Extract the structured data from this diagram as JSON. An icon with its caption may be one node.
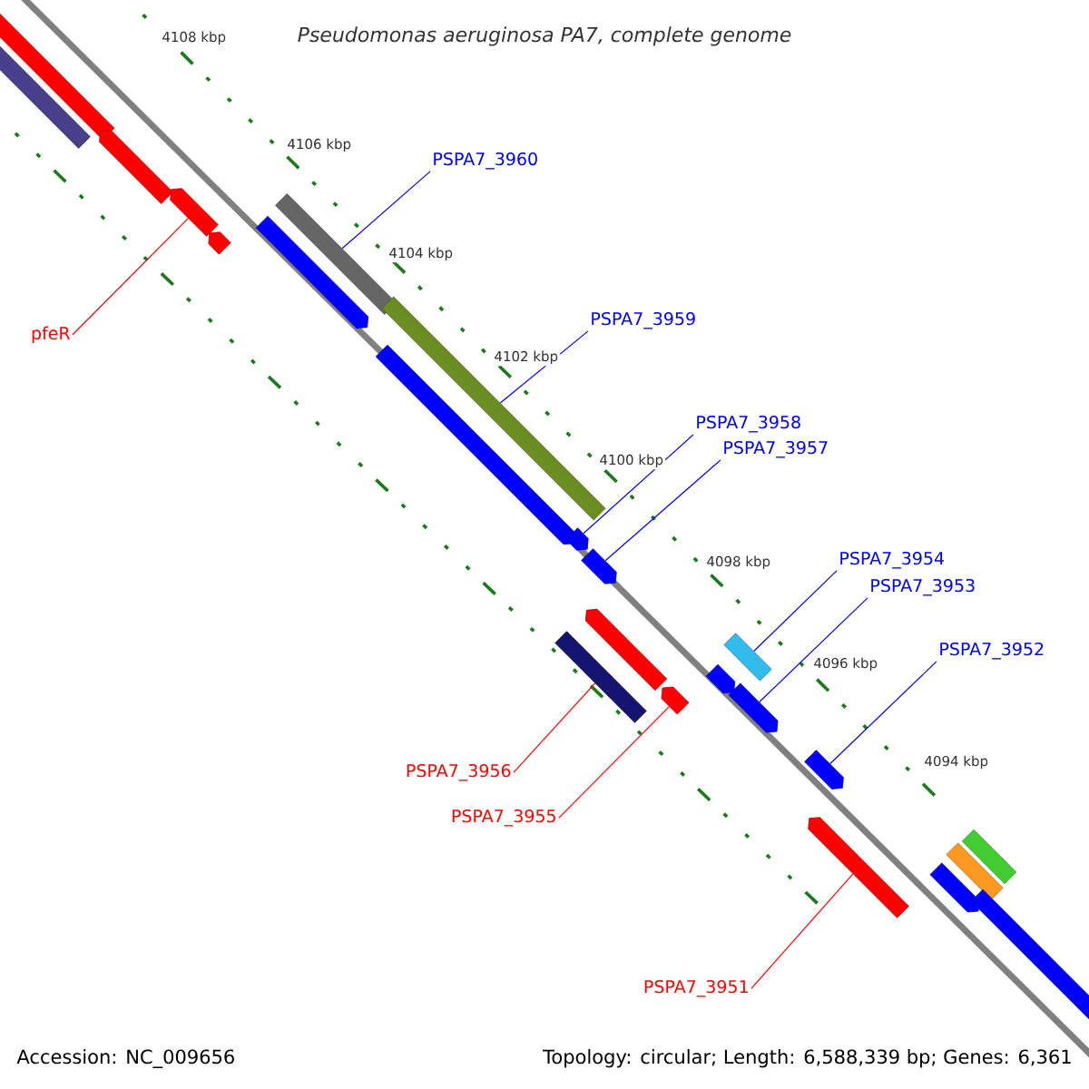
{
  "diagram": {
    "title": "Pseudomonas aeruginosa PA7, complete genome",
    "nodes": [
      {
        "text": [
          "PSPA7_3960"
        ]
      },
      {
        "text": [
          "pfeR"
        ]
      },
      {
        "text": [
          "PSPA7_3959"
        ]
      },
      {
        "text": [
          "PSPA7_3958"
        ]
      },
      {
        "text": [
          "PSPA7_3957"
        ]
      },
      {
        "text": [
          "PSPA7_3954"
        ]
      },
      {
        "text": [
          "PSPA7_3953"
        ]
      },
      {
        "text": [
          "PSPA7_3952"
        ]
      },
      {
        "text": [
          "PSPA7_3956"
        ]
      },
      {
        "text": [
          "PSPA7_3955"
        ]
      },
      {
        "text": [
          "PSPA7_3951"
        ]
      },
      {
        "text": [],
        "shape": "bar"
      },
      {
        "text": [],
        "shape": "bar"
      },
      {
        "text": [],
        "shape": "arrow"
      },
      {
        "text": [],
        "shape": "arrow"
      },
      {
        "text": [],
        "shape": "arrow"
      },
      {
        "text": [],
        "shape": "bar"
      },
      {
        "text": [],
        "shape": "arrow"
      },
      {
        "text": [],
        "shape": "bar"
      },
      {
        "text": [],
        "shape": "arrow"
      },
      {
        "text": [],
        "shape": "arrow"
      },
      {
        "text": [],
        "shape": "arrow"
      },
      {
        "text": [],
        "shape": "bar"
      },
      {
        "text": [],
        "shape": "arrow"
      },
      {
        "text": [],
        "shape": "arrow"
      },
      {
        "text": [],
        "shape": "arrow"
      },
      {
        "text": [],
        "shape": "bar"
      },
      {
        "text": [],
        "shape": "arrow"
      },
      {
        "text": [],
        "shape": "arrow"
      },
      {
        "text": [],
        "shape": "arrow"
      },
      {
        "text": [],
        "shape": "arrow"
      },
      {
        "text": [],
        "shape": "bar"
      },
      {
        "text": [],
        "shape": "bar"
      },
      {
        "text": [],
        "shape": "arrow"
      }
    ],
    "edges": [
      {
        "from": 0,
        "to": 16,
        "arrow": "none"
      },
      {
        "from": 1,
        "to": 14,
        "arrow": "none",
        "color": "#ff0000"
      },
      {
        "from": 2,
        "to": 18,
        "arrow": "none"
      },
      {
        "from": 3,
        "to": 20,
        "arrow": "none"
      },
      {
        "from": 4,
        "to": 21,
        "arrow": "none"
      },
      {
        "from": 5,
        "to": 26,
        "arrow": "none"
      },
      {
        "from": 6,
        "to": 27,
        "arrow": "none"
      },
      {
        "from": 7,
        "to": 28,
        "arrow": "none"
      },
      {
        "from": 8,
        "to": 22,
        "arrow": "none",
        "color": "#ff0000"
      },
      {
        "from": 9,
        "to": 24,
        "arrow": "none",
        "color": "#ff0000"
      },
      {
        "from": 10,
        "to": 29,
        "arrow": "none",
        "color": "#ff0000"
      }
    ],
    "labels": [
      "4108 kbp",
      "4106 kbp",
      "4104 kbp",
      "4102 kbp",
      "4100 kbp",
      "4098 kbp",
      "4096 kbp",
      "4094 kbp",
      "Accession: NC_009656",
      "Topology: circular; Length: 6,588,339 bp; Genes: 6,361"
    ]
  }
}
